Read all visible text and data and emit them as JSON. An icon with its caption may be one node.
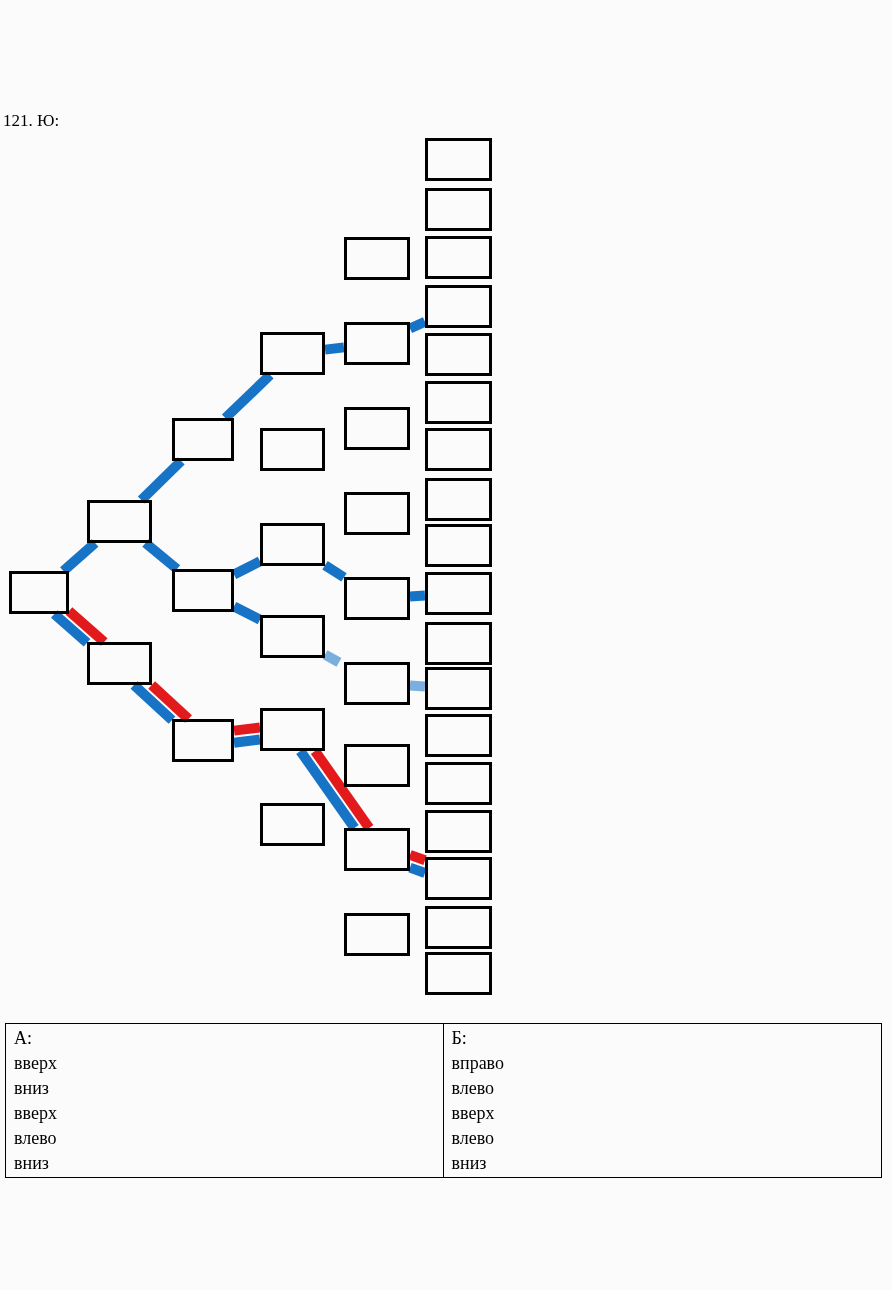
{
  "diagram": {
    "nodes": [
      {
        "text": [],
        "shape": "box"
      },
      {
        "text": [],
        "shape": "box"
      },
      {
        "text": [],
        "shape": "box"
      },
      {
        "text": [],
        "shape": "box"
      },
      {
        "text": [],
        "shape": "box"
      },
      {
        "text": [],
        "shape": "box"
      },
      {
        "text": [],
        "shape": "box"
      },
      {
        "text": [],
        "shape": "box"
      },
      {
        "text": [],
        "shape": "box"
      },
      {
        "text": [],
        "shape": "box"
      },
      {
        "text": [],
        "shape": "box"
      },
      {
        "text": [],
        "shape": "box"
      },
      {
        "text": [],
        "shape": "box"
      },
      {
        "text": [],
        "shape": "box"
      },
      {
        "text": [],
        "shape": "box"
      },
      {
        "text": [],
        "shape": "box"
      },
      {
        "text": [],
        "shape": "box"
      },
      {
        "text": [],
        "shape": "box"
      },
      {
        "text": [],
        "shape": "box"
      },
      {
        "text": [],
        "shape": "box"
      },
      {
        "text": [],
        "shape": "box"
      },
      {
        "text": [],
        "shape": "box"
      },
      {
        "text": [],
        "shape": "box"
      },
      {
        "text": [],
        "shape": "box"
      },
      {
        "text": [],
        "shape": "box"
      },
      {
        "text": [],
        "shape": "box"
      },
      {
        "text": [],
        "shape": "box"
      },
      {
        "text": [],
        "shape": "box"
      },
      {
        "text": [],
        "shape": "box"
      },
      {
        "text": [],
        "shape": "box"
      },
      {
        "text": [],
        "shape": "box"
      },
      {
        "text": [],
        "shape": "box"
      },
      {
        "text": [],
        "shape": "box"
      },
      {
        "text": [],
        "shape": "box"
      },
      {
        "text": [],
        "shape": "box"
      },
      {
        "text": [],
        "shape": "box"
      },
      {
        "text": [],
        "shape": "box"
      },
      {
        "text": [],
        "shape": "box"
      },
      {
        "text": [],
        "shape": "box"
      }
    ],
    "edges": [
      {
        "from": 0,
        "to": 1,
        "arrow": "none"
      },
      {
        "from": 1,
        "to": 3,
        "arrow": "none"
      },
      {
        "from": 3,
        "to": 6,
        "arrow": "none"
      },
      {
        "from": 6,
        "to": 13,
        "arrow": "none"
      },
      {
        "from": 13,
        "to": 24,
        "arrow": "none"
      },
      {
        "from": 1,
        "to": 4,
        "arrow": "none"
      },
      {
        "from": 4,
        "to": 8,
        "arrow": "none"
      },
      {
        "from": 8,
        "to": 16,
        "arrow": "none"
      },
      {
        "from": 16,
        "to": 30,
        "arrow": "none"
      },
      {
        "from": 4,
        "to": 9,
        "arrow": "none"
      },
      {
        "from": 9,
        "to": 17,
        "arrow": "none",
        "style": "dashed",
        "color": "#7aaedc"
      },
      {
        "from": 17,
        "to": 32,
        "arrow": "none",
        "style": "dashed",
        "color": "#7aaedc"
      },
      {
        "from": 0,
        "to": 2,
        "arrow": "none",
        "color": "#e31a1c"
      },
      {
        "from": 2,
        "to": 5,
        "arrow": "none",
        "color": "#e31a1c"
      },
      {
        "from": 5,
        "to": 10,
        "arrow": "none",
        "color": "#e31a1c"
      },
      {
        "from": 10,
        "to": 19,
        "arrow": "none",
        "color": "#e31a1c"
      },
      {
        "from": 19,
        "to": 36,
        "arrow": "none",
        "color": "#e31a1c"
      },
      {
        "from": 0,
        "to": 2,
        "arrow": "none"
      },
      {
        "from": 2,
        "to": 5,
        "arrow": "none"
      },
      {
        "from": 5,
        "to": 10,
        "arrow": "none"
      },
      {
        "from": 10,
        "to": 19,
        "arrow": "none"
      },
      {
        "from": 19,
        "to": 36,
        "arrow": "none"
      }
    ],
    "labels": [
      "121. Ю:",
      "А:",
      "Б:",
      "вверх",
      "вправо",
      "вниз",
      "влево",
      "вверх",
      "вверх",
      "влево",
      "влево",
      "вниз",
      "вниз"
    ]
  }
}
